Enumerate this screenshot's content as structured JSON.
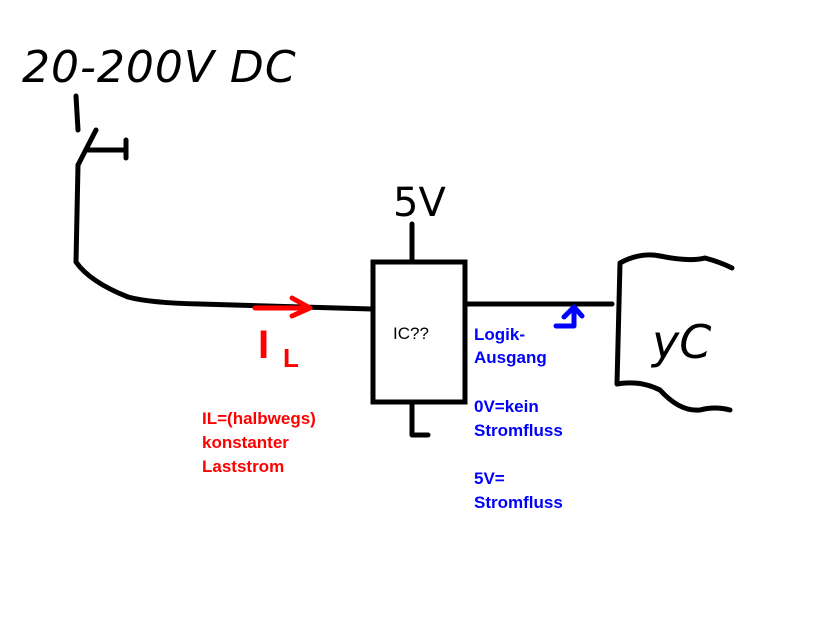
{
  "supply_label": "20-200V DC",
  "vcc_label": "5V",
  "ic_label": "IC??",
  "current_symbol": "I",
  "current_subscript": "L",
  "current_note": [
    "IL=(halbwegs)",
    "konstanter",
    "Laststrom"
  ],
  "output_note": [
    "Logik-",
    "Ausgang",
    "",
    "0V=kein",
    "Stromfluss",
    "",
    "5V=",
    "Stromfluss"
  ],
  "uc_label": "yC",
  "colors": {
    "wire": "#000000",
    "current": "#ff0000",
    "logic": "#0000ff"
  }
}
